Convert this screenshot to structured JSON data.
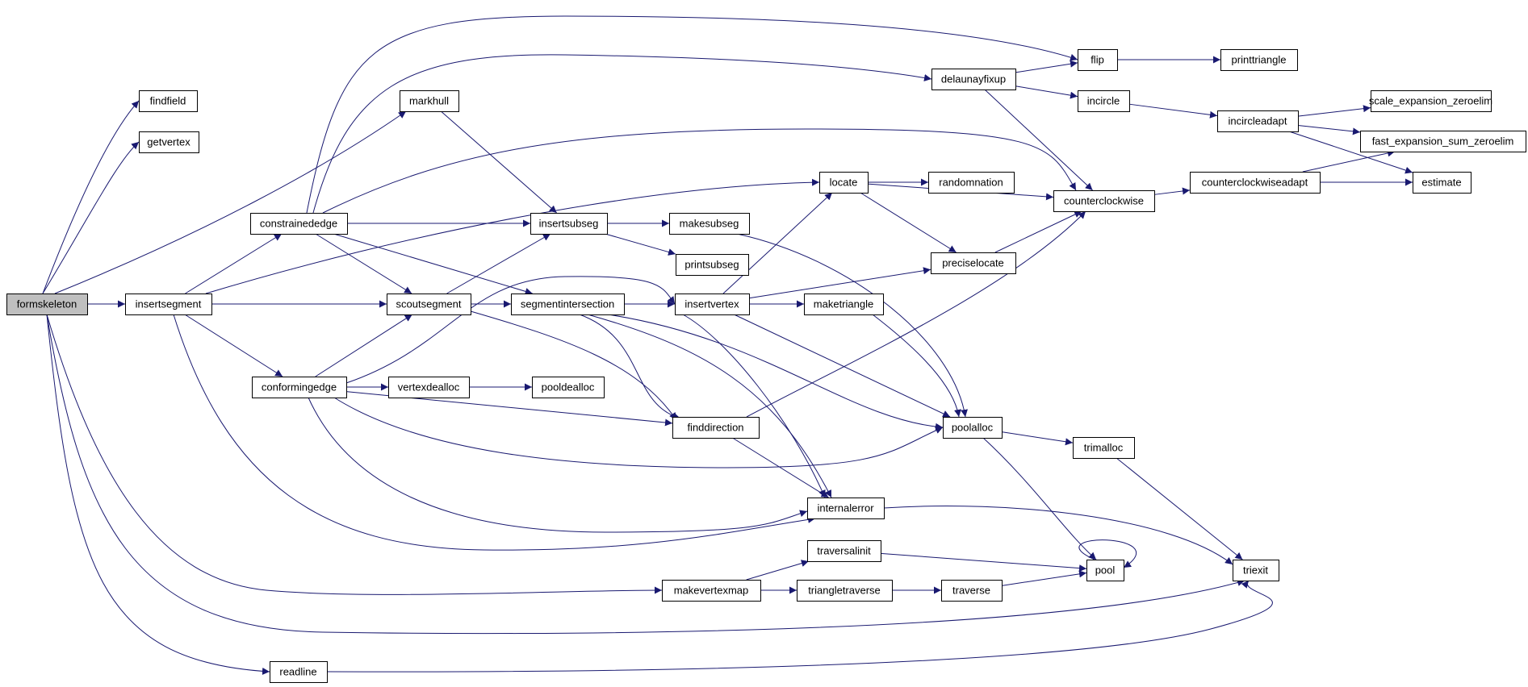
{
  "graph": {
    "edge_color": "#191970",
    "root_fill": "#bfbfbf",
    "nodes": [
      {
        "id": "formskeleton",
        "label": "formskeleton",
        "root": true
      },
      {
        "id": "findfield",
        "label": "findfield"
      },
      {
        "id": "getvertex",
        "label": "getvertex"
      },
      {
        "id": "insertsegment",
        "label": "insertsegment"
      },
      {
        "id": "markhull",
        "label": "markhull"
      },
      {
        "id": "constrainededge",
        "label": "constrainededge"
      },
      {
        "id": "conformingedge",
        "label": "conformingedge"
      },
      {
        "id": "scoutsegment",
        "label": "scoutsegment"
      },
      {
        "id": "insertsubseg",
        "label": "insertsubseg"
      },
      {
        "id": "segmentintersection",
        "label": "segmentintersection"
      },
      {
        "id": "vertexdealloc",
        "label": "vertexdealloc"
      },
      {
        "id": "pooldealloc",
        "label": "pooldealloc"
      },
      {
        "id": "makesubseg",
        "label": "makesubseg"
      },
      {
        "id": "printsubseg",
        "label": "printsubseg"
      },
      {
        "id": "insertvertex",
        "label": "insertvertex"
      },
      {
        "id": "finddirection",
        "label": "finddirection"
      },
      {
        "id": "maketriangle",
        "label": "maketriangle"
      },
      {
        "id": "locate",
        "label": "locate"
      },
      {
        "id": "randomnation",
        "label": "randomnation"
      },
      {
        "id": "preciselocate",
        "label": "preciselocate"
      },
      {
        "id": "counterclockwise",
        "label": "counterclockwise"
      },
      {
        "id": "counterclockwiseadapt",
        "label": "counterclockwiseadapt"
      },
      {
        "id": "estimate",
        "label": "estimate"
      },
      {
        "id": "delaunayfixup",
        "label": "delaunayfixup"
      },
      {
        "id": "flip",
        "label": "flip"
      },
      {
        "id": "printtriangle",
        "label": "printtriangle"
      },
      {
        "id": "incircle",
        "label": "incircle"
      },
      {
        "id": "incircleadapt",
        "label": "incircleadapt"
      },
      {
        "id": "scale_expansion_zeroelim",
        "label": "scale_expansion_zeroelim"
      },
      {
        "id": "fast_expansion_sum_zeroelim",
        "label": "fast_expansion_sum_zeroelim"
      },
      {
        "id": "poolalloc",
        "label": "poolalloc"
      },
      {
        "id": "trimalloc",
        "label": "trimalloc"
      },
      {
        "id": "internalerror",
        "label": "internalerror"
      },
      {
        "id": "traversalinit",
        "label": "traversalinit"
      },
      {
        "id": "pool",
        "label": "pool"
      },
      {
        "id": "makevertexmap",
        "label": "makevertexmap"
      },
      {
        "id": "triangletraverse",
        "label": "triangletraverse"
      },
      {
        "id": "traverse",
        "label": "traverse"
      },
      {
        "id": "triexit",
        "label": "triexit"
      },
      {
        "id": "readline",
        "label": "readline"
      }
    ]
  }
}
